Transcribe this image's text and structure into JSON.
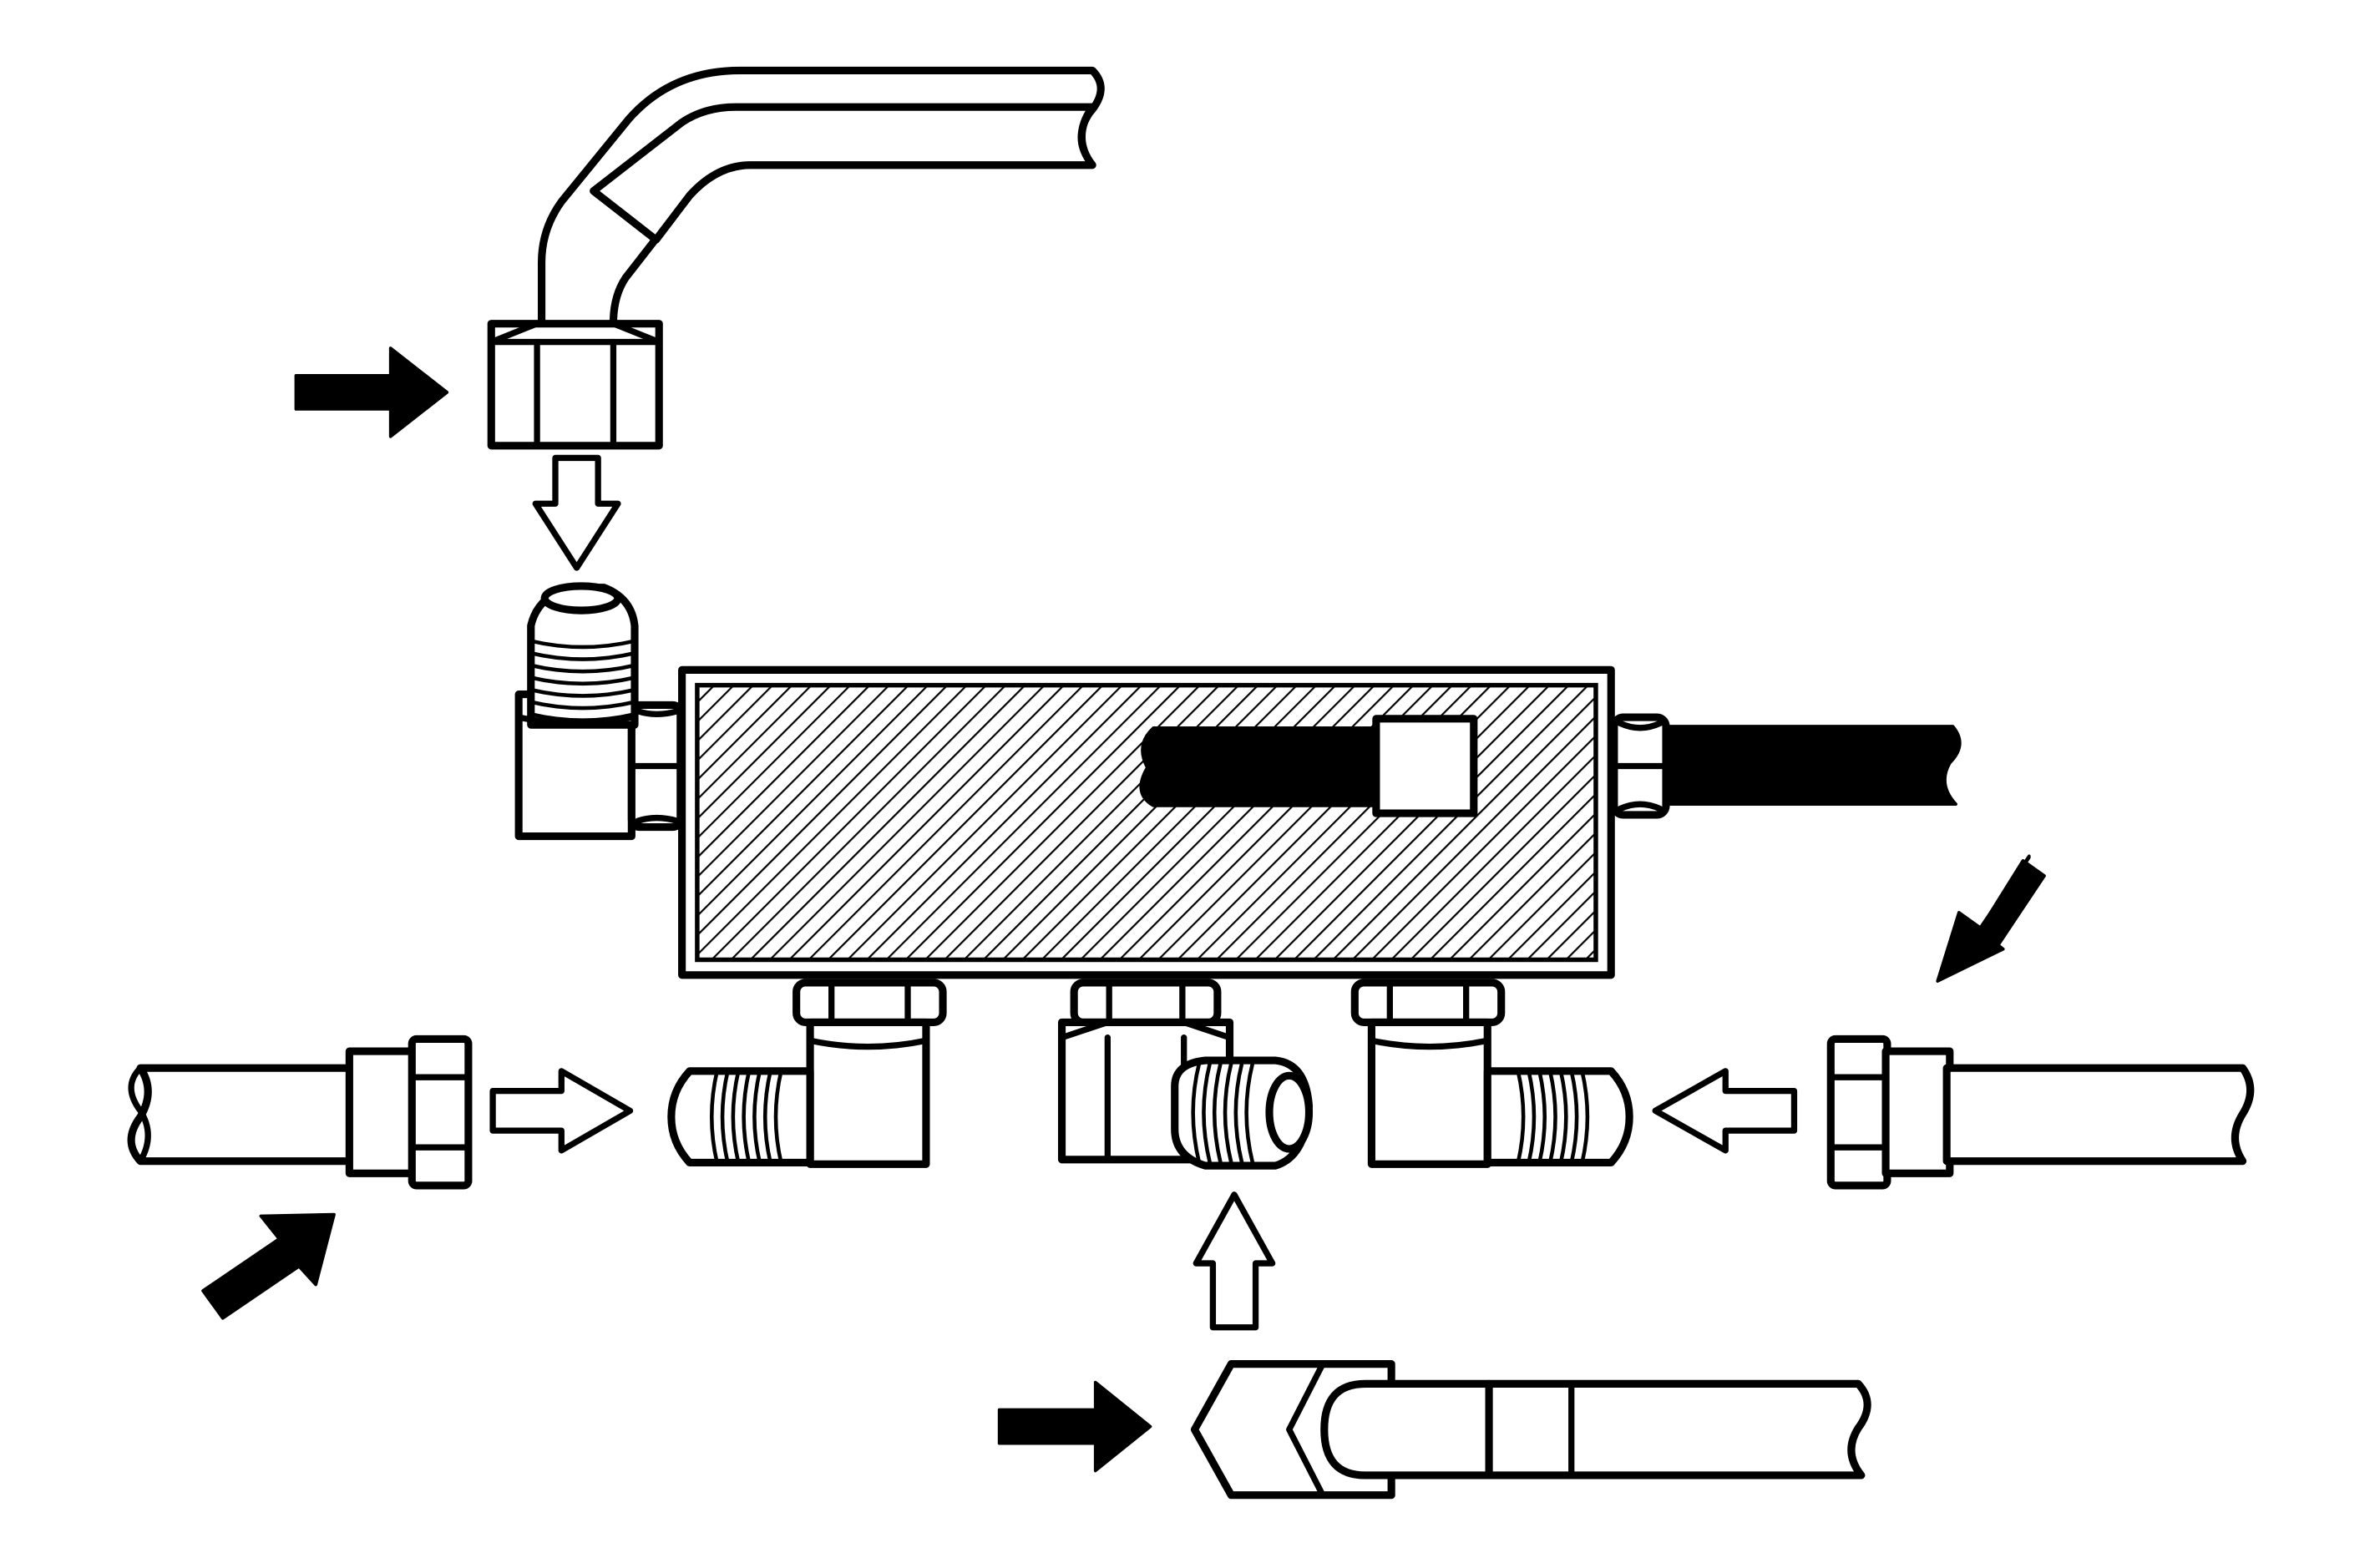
{
  "diagram": {
    "colors": {
      "ink": "#000000",
      "paper": "#ffffff"
    },
    "components": [
      {
        "name": "distribution-block",
        "shading": "diagonal-hatch"
      },
      {
        "name": "top-elbow-pipe-with-nut"
      },
      {
        "name": "top-left-elbow-fitting"
      },
      {
        "name": "right-rigid-pipe",
        "fill": "solid-black"
      },
      {
        "name": "left-pipe-with-nut"
      },
      {
        "name": "right-pipe-with-nut"
      },
      {
        "name": "bottom-pipe-with-nut"
      },
      {
        "name": "bottom-left-elbow-fitting"
      },
      {
        "name": "bottom-center-tee-fitting"
      },
      {
        "name": "bottom-right-elbow-fitting"
      }
    ],
    "arrows": {
      "solid_pointers": 4,
      "hollow_direction_arrows": 4
    }
  }
}
